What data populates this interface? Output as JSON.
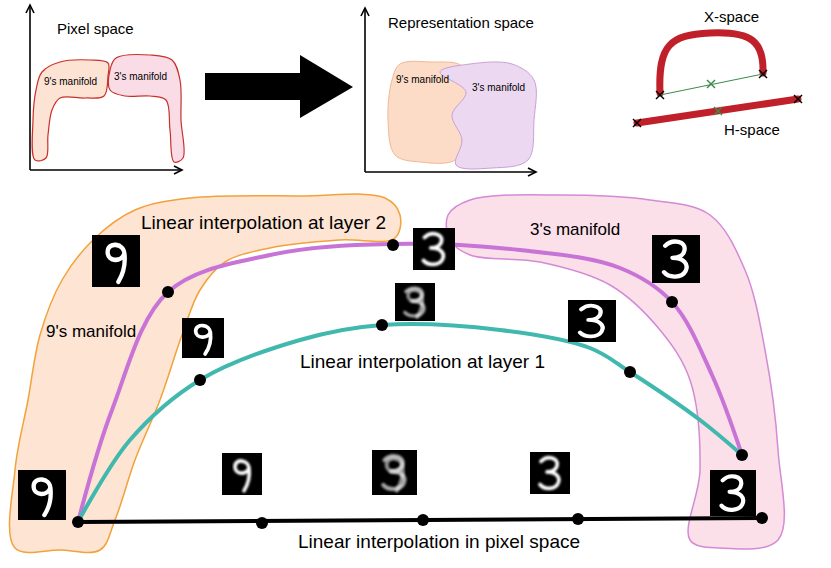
{
  "diagram": {
    "nodes": [
      {
        "text": [
          "9's manifold"
        ]
      },
      {
        "text": [
          "3's manifold"
        ]
      },
      {
        "text": [
          "9's manifold"
        ]
      },
      {
        "text": [
          "3's manifold"
        ]
      },
      {
        "text": [
          "9's manifold"
        ]
      },
      {
        "text": [
          "3's manifold"
        ]
      }
    ],
    "labels": [
      "Pixel space",
      "Representation space",
      "X-space",
      "H-space",
      "Linear interpolation at layer 2",
      "Linear interpolation at layer 1",
      "Linear interpolation in pixel space"
    ]
  }
}
